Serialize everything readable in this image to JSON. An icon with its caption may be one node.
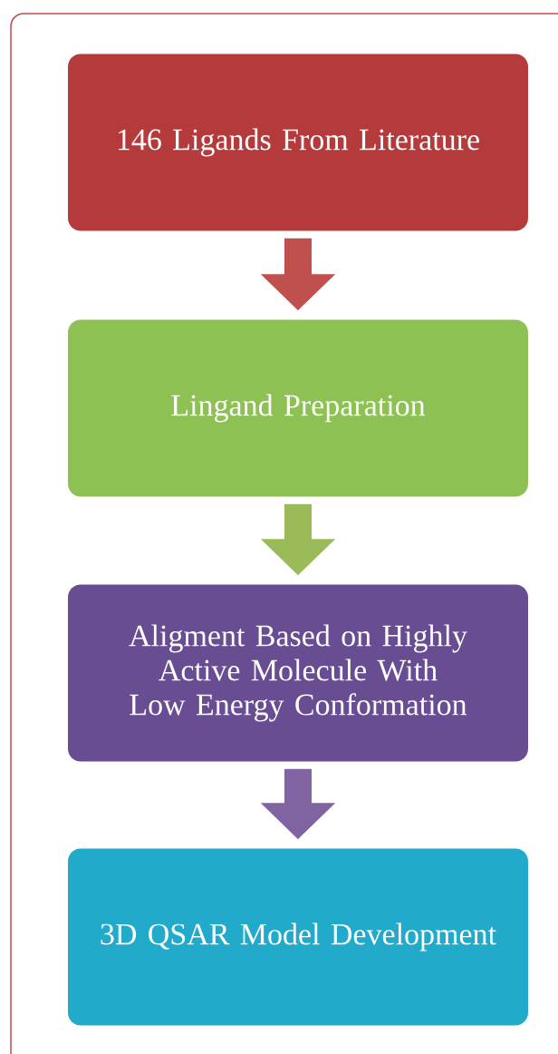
{
  "diagram": {
    "nodes": [
      {
        "text": [
          "146 Ligands From Literature"
        ]
      },
      {
        "text": [
          "Lingand Preparation"
        ]
      },
      {
        "text": [
          "Aligment Based on Highly Active Molecule With Low Energy Conformation"
        ]
      },
      {
        "text": [
          "3D QSAR Model Development"
        ]
      }
    ],
    "edges": [
      {
        "from": 0,
        "to": 1,
        "arrow": "to",
        "color": "#c0504d"
      },
      {
        "from": 1,
        "to": 2,
        "arrow": "to",
        "color": "#9bbb59"
      },
      {
        "from": 2,
        "to": 3,
        "arrow": "to",
        "color": "#8064a2"
      }
    ]
  }
}
